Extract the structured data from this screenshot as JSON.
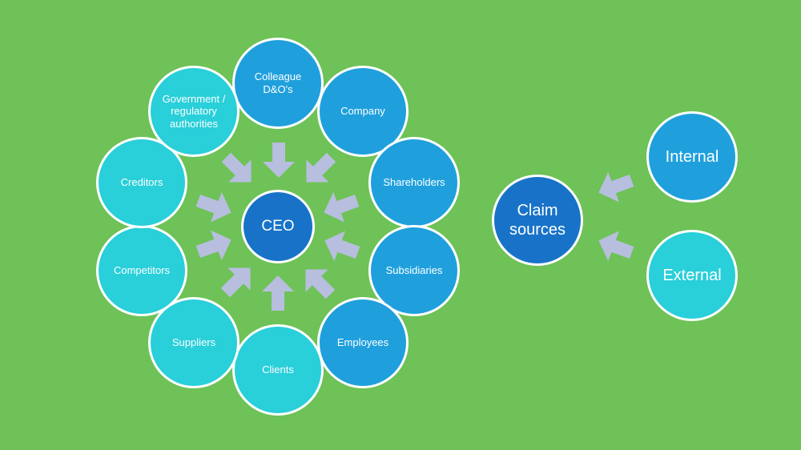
{
  "diagram": {
    "center": "CEO",
    "stakeholders": {
      "colleague": "Colleague D&O's",
      "company": "Company",
      "shareholders": "Shareholders",
      "subsidiaries": "Subsidiaries",
      "employees": "Employees",
      "clients": "Clients",
      "suppliers": "Suppliers",
      "competitors": "Competitors",
      "creditors": "Creditors",
      "government": "Government / regulatory authorities"
    },
    "claim_sources": {
      "center": "Claim sources",
      "internal": "Internal",
      "external": "External"
    }
  },
  "colors": {
    "background": "#6ec257",
    "node_light": "#29cfd9",
    "node_mid": "#1fa0dd",
    "node_dark": "#1873c8",
    "arrow": "#b8bede",
    "border": "#ffffff"
  }
}
